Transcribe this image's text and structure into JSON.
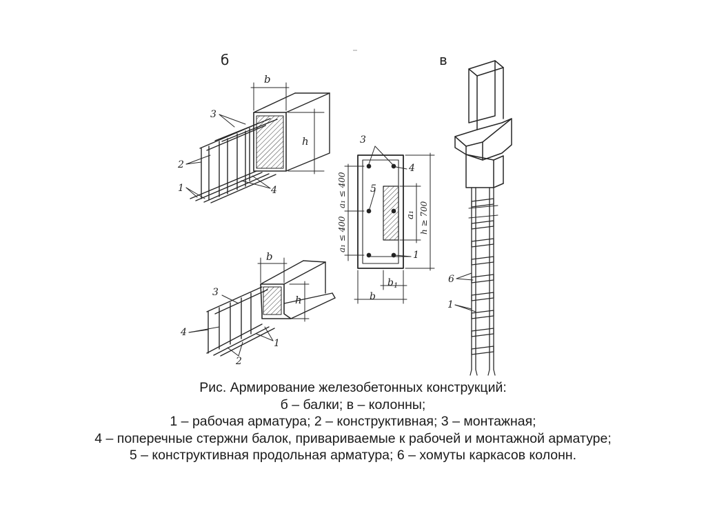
{
  "figure": {
    "panel_labels": {
      "beam": "б",
      "column": "в"
    },
    "callouts": {
      "beam_top": {
        "c3": "3",
        "c2": "2",
        "c1": "1",
        "c4": "4"
      },
      "beam_bottom": {
        "c3": "3",
        "c4": "4",
        "c2": "2",
        "c1": "1"
      },
      "section": {
        "c3": "3",
        "c4": "4",
        "c5": "5",
        "c1": "1"
      },
      "column": {
        "c6": "6",
        "c1": "1"
      }
    },
    "dimensions": {
      "b": "b",
      "b1": "b",
      "b1_sub": "1",
      "h": "h",
      "a1_top": "a₁ ≤ 400",
      "a1_bottom": "a₁ ≤ 400",
      "a1_mid": "a₁",
      "h_ge_700": "h ≥ 700"
    }
  },
  "caption": {
    "lines": [
      "Рис. Армирование железобетонных конструкций:",
      "б – балки; в – колонны;",
      "1 – рабочая арматура; 2 – конструктивная; 3 – монтажная;",
      "4 – поперечные стержни балок, привариваемые к рабочей и монтажной арматуре;",
      "5 – конструктивная продольная арматура; 6 – хомуты каркасов колонн."
    ]
  }
}
